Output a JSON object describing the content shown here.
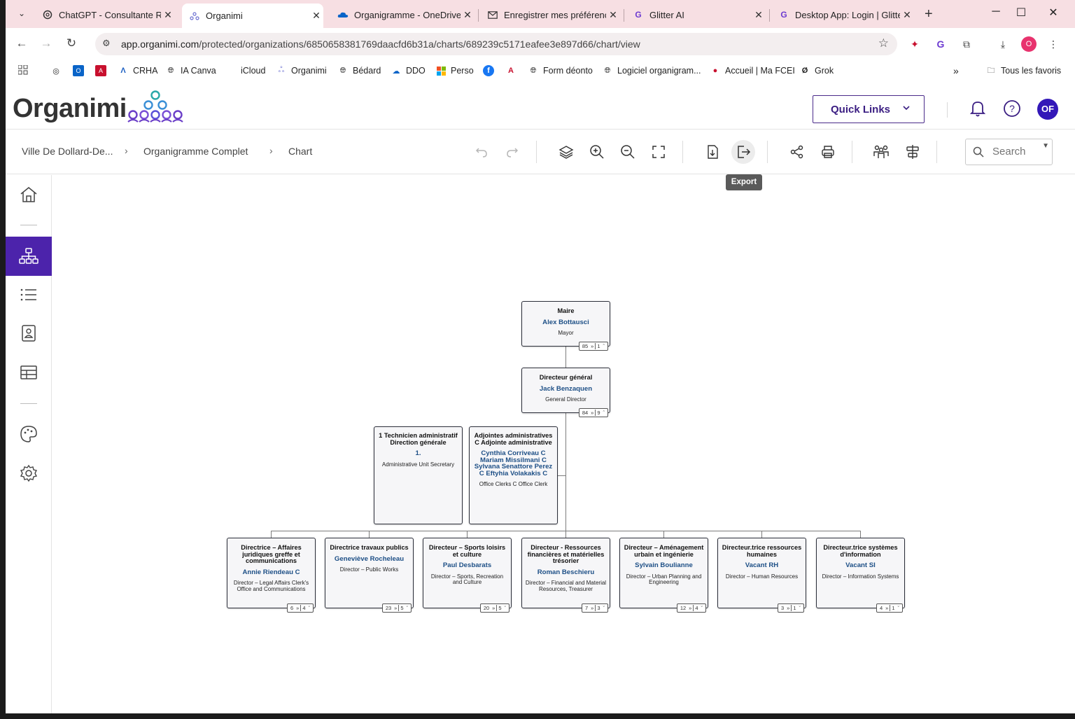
{
  "browser": {
    "tabs": [
      {
        "title": "ChatGPT - Consultante RH",
        "icon": "chatgpt-icon"
      },
      {
        "title": "Organimi",
        "icon": "organimi-icon",
        "active": true
      },
      {
        "title": "Organigramme - OneDrive",
        "icon": "onedrive-icon"
      },
      {
        "title": "Enregistrer mes préférences",
        "icon": "mail-icon"
      },
      {
        "title": "Glitter AI",
        "icon": "glitter-icon"
      },
      {
        "title": "Desktop App: Login | Glitter",
        "icon": "glitter-icon"
      }
    ],
    "url_host": "app.organimi.com",
    "url_path": "/protected/organizations/6850658381769daacfd6b31a/charts/689239c5171eafee3e897d66/chart/view",
    "profile_initial": "O",
    "bookmarks": [
      {
        "label": "CRHA"
      },
      {
        "label": "IA Canva"
      },
      {
        "label": "iCloud"
      },
      {
        "label": "Organimi"
      },
      {
        "label": "Bédard"
      },
      {
        "label": "DDO"
      },
      {
        "label": "Perso"
      },
      {
        "label": "Form déonto"
      },
      {
        "label": "Logiciel organigram..."
      },
      {
        "label": "Accueil | Ma FCEI"
      },
      {
        "label": "Grok"
      }
    ],
    "all_bookmarks": "Tous les favoris"
  },
  "app": {
    "logo": "Organimi",
    "quick_links": "Quick Links",
    "avatar": "OF",
    "breadcrumb": [
      "Ville De Dollard-De...",
      "Organigramme Complet",
      "Chart"
    ],
    "search_placeholder": "Search",
    "tooltip": "Export"
  },
  "org": {
    "mayor": {
      "role": "Maire",
      "person": "Alex Bottausci",
      "desc": "Mayor",
      "c1": "85",
      "c2": "1"
    },
    "dg": {
      "role": "Directeur général",
      "person": "Jack Benzaquen",
      "desc": "General Director",
      "c1": "84",
      "c2": "9"
    },
    "tech": {
      "role": "1 Technicien administratif Direction générale",
      "person": "1.",
      "desc": "Administrative Unit Secretary"
    },
    "adj": {
      "role": "Adjointes administratives C Adjointe administrative",
      "person": "Cynthia Corriveau C Mariam Missilmani C Sylvana Senattore Perez C Eftyhia Volakakis C",
      "desc": "Office Clerks C Office Clerk"
    },
    "directors": [
      {
        "role": "Directrice – Affaires juridiques greffe et communications",
        "person": "Annie Riendeau C",
        "desc": "Director – Legal Affairs Clerk's Office and Communications",
        "c1": "6",
        "c2": "4"
      },
      {
        "role": "Directrice travaux publics",
        "person": "Geneviève Rocheleau",
        "desc": "Director – Public Works",
        "c1": "23",
        "c2": "5"
      },
      {
        "role": "Directeur – Sports loisirs et culture",
        "person": "Paul Desbarats",
        "desc": "Director – Sports, Recreation and Culture",
        "c1": "20",
        "c2": "5"
      },
      {
        "role": "Directeur - Ressources financières et matérielles trésorier",
        "person": "Roman Beschieru",
        "desc": "Director – Financial and Material Resources, Treasurer",
        "c1": "7",
        "c2": "3"
      },
      {
        "role": "Directeur – Aménagement urbain et ingénierie",
        "person": "Sylvain Boulianne",
        "desc": "Director – Urban Planning and Engineering",
        "c1": "12",
        "c2": "4"
      },
      {
        "role": "Directeur.trice ressources humaines",
        "person": "Vacant RH",
        "desc": "Director – Human Resources",
        "c1": "3",
        "c2": "1"
      },
      {
        "role": "Directeur.trice systèmes d'information",
        "person": "Vacant SI",
        "desc": "Director – Information Systems",
        "c1": "4",
        "c2": "1"
      }
    ]
  }
}
